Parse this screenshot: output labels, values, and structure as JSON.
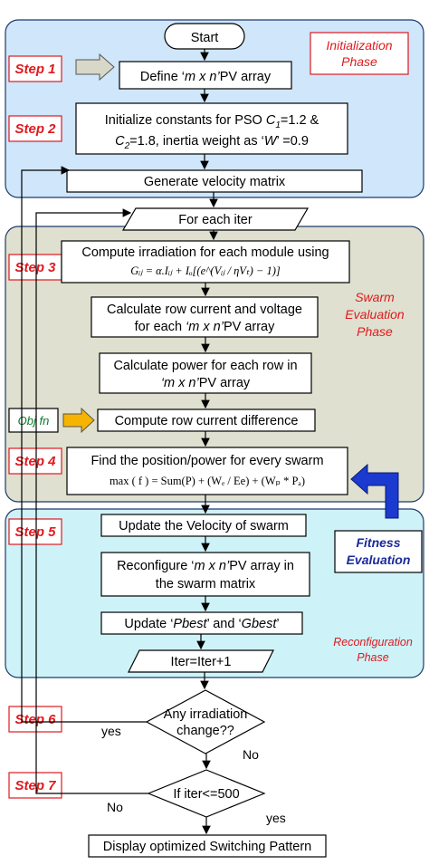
{
  "phases": {
    "init": {
      "line1": "Initialization",
      "line2": "Phase",
      "color": "#cfe6fb"
    },
    "swarm": {
      "line1": "Swarm",
      "line2": "Evaluation",
      "line3": "Phase",
      "color": "#dfe0cf"
    },
    "fitness": {
      "line1": "Fitness",
      "line2": "Evaluation"
    },
    "reconfig": {
      "line1": "Reconfiguration",
      "line2": "Phase",
      "color": "#cdf3f8"
    }
  },
  "steps": {
    "s1": "Step 1",
    "s2": "Step 2",
    "s3": "Step 3",
    "objfn": "Obj fn",
    "s4": "Step 4",
    "s5": "Step 5",
    "s6": "Step 6",
    "s7": "Step 7"
  },
  "nodes": {
    "start": "Start",
    "define": {
      "pre": "Define ‘",
      "mid": "m x n’",
      "post": "PV array"
    },
    "init": {
      "l1": "Initialize constants for PSO ",
      "c1": "C",
      "c1sub": "1",
      "c1val": "=1.2 &",
      "c2": "C",
      "c2sub": "2",
      "c2val": "=1.8, inertia weight as ‘",
      "w": "W",
      "wval": "’ =0.9"
    },
    "velocity": "Generate velocity matrix",
    "foreach": "For each iter",
    "irr": {
      "l1": "Compute irradiation for each module using",
      "formula": "Gᵢⱼ = α.Iᵢⱼ + Iₒ[(e^(Vᵢⱼ / ηVₜ) − 1)]"
    },
    "rowcurrent": {
      "l1": "Calculate row current and voltage",
      "l2pre": "for each ",
      "l2mid": "‘m x n’",
      "l2post": "PV array"
    },
    "power": {
      "l1": "Calculate power for each row in",
      "l2mid": "‘m x n’",
      "l2post": "PV array"
    },
    "diff": "Compute row current difference",
    "position": {
      "l1": "Find the position/power for every swarm",
      "formula": "max ( f ) = Sum(P) + (Wₑ / Ee) + (Wₚ * Pₐ)"
    },
    "updatevel": "Update the Velocity of swarm",
    "reconfig": {
      "l1pre": "Reconfigure ‘",
      "l1mid": "m x n’",
      "l1post": "PV array in",
      "l2": "the swarm matrix"
    },
    "pbest": {
      "pre": "Update ‘",
      "m1": "Pbest",
      "mid": "’ and ‘",
      "m2": "Gbest",
      "post": "’"
    },
    "iter": "Iter=Iter+1",
    "dec1": {
      "l1": "Any irradiation",
      "l2": "change??"
    },
    "dec2": "If iter<=500",
    "display": "Display optimized Switching Pattern"
  },
  "labels": {
    "yes1": "yes",
    "no1": "No",
    "no2": "No",
    "yes2": "yes"
  }
}
